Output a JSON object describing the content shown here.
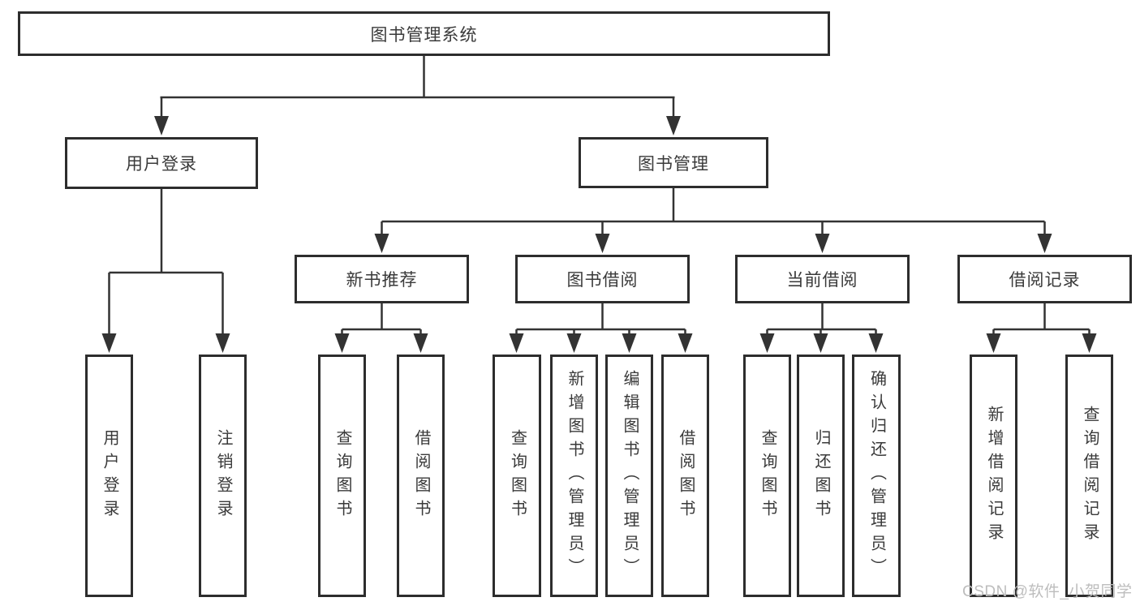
{
  "diagram": {
    "root": {
      "label": "图书管理系统"
    },
    "branches": [
      {
        "label": "用户登录",
        "children": [
          {
            "label": "用户登录"
          },
          {
            "label": "注销登录"
          }
        ]
      },
      {
        "label": "图书管理",
        "groups": [
          {
            "label": "新书推荐",
            "children": [
              {
                "label": "查询图书"
              },
              {
                "label": "借阅图书"
              }
            ]
          },
          {
            "label": "图书借阅",
            "children": [
              {
                "label": "查询图书"
              },
              {
                "label": "新增图书（管理员）"
              },
              {
                "label": "编辑图书（管理员）"
              },
              {
                "label": "借阅图书"
              }
            ]
          },
          {
            "label": "当前借阅",
            "children": [
              {
                "label": "查询图书"
              },
              {
                "label": "归还图书"
              },
              {
                "label": "确认归还（管理员）"
              }
            ]
          },
          {
            "label": "借阅记录",
            "children": [
              {
                "label": "新增借阅记录"
              },
              {
                "label": "查询借阅记录"
              }
            ]
          }
        ]
      }
    ]
  },
  "watermark": {
    "text": "CSDN @软件_小贺同学"
  },
  "colors": {
    "line": "#333333",
    "border": "#2d2d2d",
    "text": "#3a3a3a",
    "watermark": "#bdbdbd",
    "background": "#ffffff"
  }
}
